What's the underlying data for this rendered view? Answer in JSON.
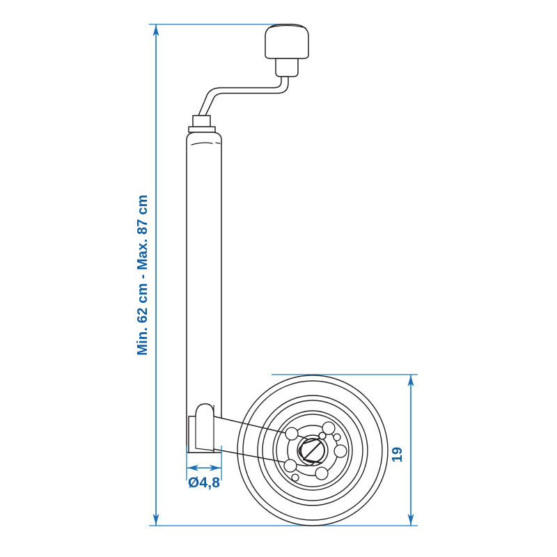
{
  "drawing": {
    "title": "Trailer jockey wheel technical drawing",
    "background_color": "#ffffff",
    "line_color": "#231f20",
    "dimension_color": "#1c6fb4",
    "dimension_text_color": "#0f5c9e",
    "dimensions": {
      "height": {
        "label": "Min. 62 cm - Max. 87 cm",
        "orientation": "vertical",
        "position": "left",
        "min_value": "62",
        "max_value": "87",
        "unit": "cm"
      },
      "tube_diameter": {
        "label": "Ø4,8",
        "orientation": "horizontal",
        "position": "bottom-left",
        "value": "4,8",
        "symbol": "Ø"
      },
      "wheel_diameter": {
        "label": "19",
        "orientation": "vertical",
        "position": "right",
        "value": "19"
      }
    },
    "parts": {
      "knob": "crank-knob",
      "crank": "crank-arm",
      "tube_cap": "tube-top-cap",
      "tube": "telescopic-tube",
      "fork_arm": "wheel-fork-arm",
      "wheel": "wheel-assembly",
      "hub": "wheel-hub",
      "axle_cap": "axle-cap-with-split-pin"
    }
  }
}
